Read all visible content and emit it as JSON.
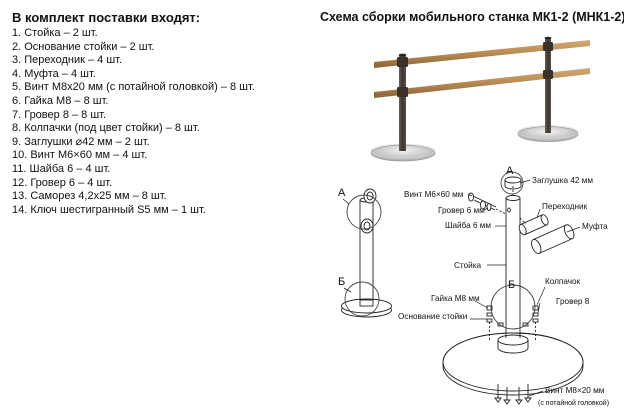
{
  "kit": {
    "title": "В комплект поставки входят:",
    "items": [
      "1. Стойка – 2 шт.",
      "2. Основание стойки – 2 шт.",
      "3. Переходник – 4 шт.",
      "4. Муфта – 4 шт.",
      "5. Винт М8х20 мм (с потайной головкой) – 8 шт.",
      "6. Гайка М8 – 8 шт.",
      "7. Гровер 8 – 8 шт.",
      "8. Колпачки (под цвет стойки) – 8 шт.",
      "9. Заглушки ⌀42 мм – 2 шт.",
      "10. Винт М6×60 мм – 4 шт.",
      "11. Шайба 6 – 4 шт.",
      "12. Гровер 6 – 4 шт.",
      "13. Саморез 4,2х25 мм – 8 шт.",
      "14. Ключ шестигранный S5 мм – 1 шт."
    ]
  },
  "diagram": {
    "title": "Схема сборки мобильного станка МК1-2 (МНК1-2)",
    "callout_a": "А",
    "callout_b": "Б",
    "labels": {
      "cap": "Заглушка 42 мм",
      "screw_m6": "Винт М6×60 мм",
      "grover_6": "Гровер 6 мм",
      "washer_6": "Шайба 6 мм",
      "adapter": "Переходник",
      "coupling": "Муфта",
      "post": "Стойка",
      "cap_nut": "Колпачок",
      "nut_m8": "Гайка М8 мм",
      "grover_8": "Гровер 8",
      "base": "Основание стойки",
      "screw_m8": "Винт М8×20 мм",
      "countersunk": "(с потайной головкой)"
    }
  },
  "colors": {
    "rail_wood": "#b48a52",
    "post_metal": "#4a4036",
    "base_metal": "#c8c8c8",
    "line": "#222222"
  }
}
